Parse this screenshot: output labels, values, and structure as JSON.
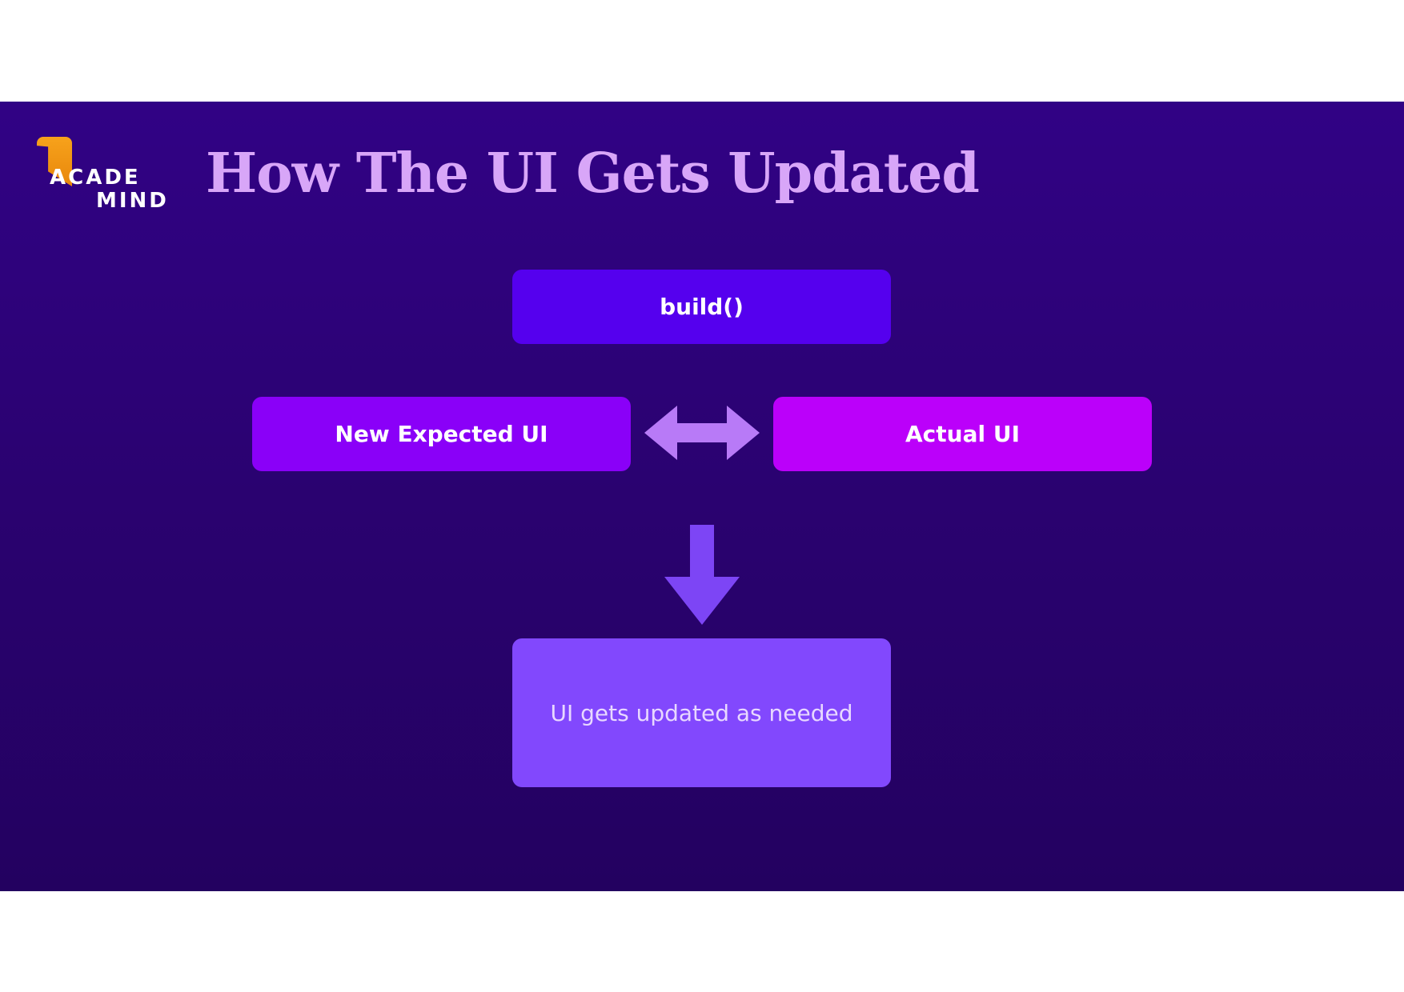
{
  "logo": {
    "line1": "ACADE",
    "line2": "MIND"
  },
  "title": "How The UI Gets Updated",
  "diagram": {
    "build_label": "build()",
    "expected_label": "New Expected UI",
    "actual_label": "Actual UI",
    "result_label": "UI gets updated as needed"
  },
  "colors": {
    "background_top": "#310285",
    "background_bottom": "#230160",
    "title": "#d8a6f8",
    "build_box": "#5500ee",
    "expected_box": "#8a00f8",
    "actual_box": "#bb00fa",
    "result_box": "#8248fd",
    "compare_arrow": "#b87af7",
    "down_arrow": "#7d45f5",
    "logo_mark": "#f7a21b"
  }
}
